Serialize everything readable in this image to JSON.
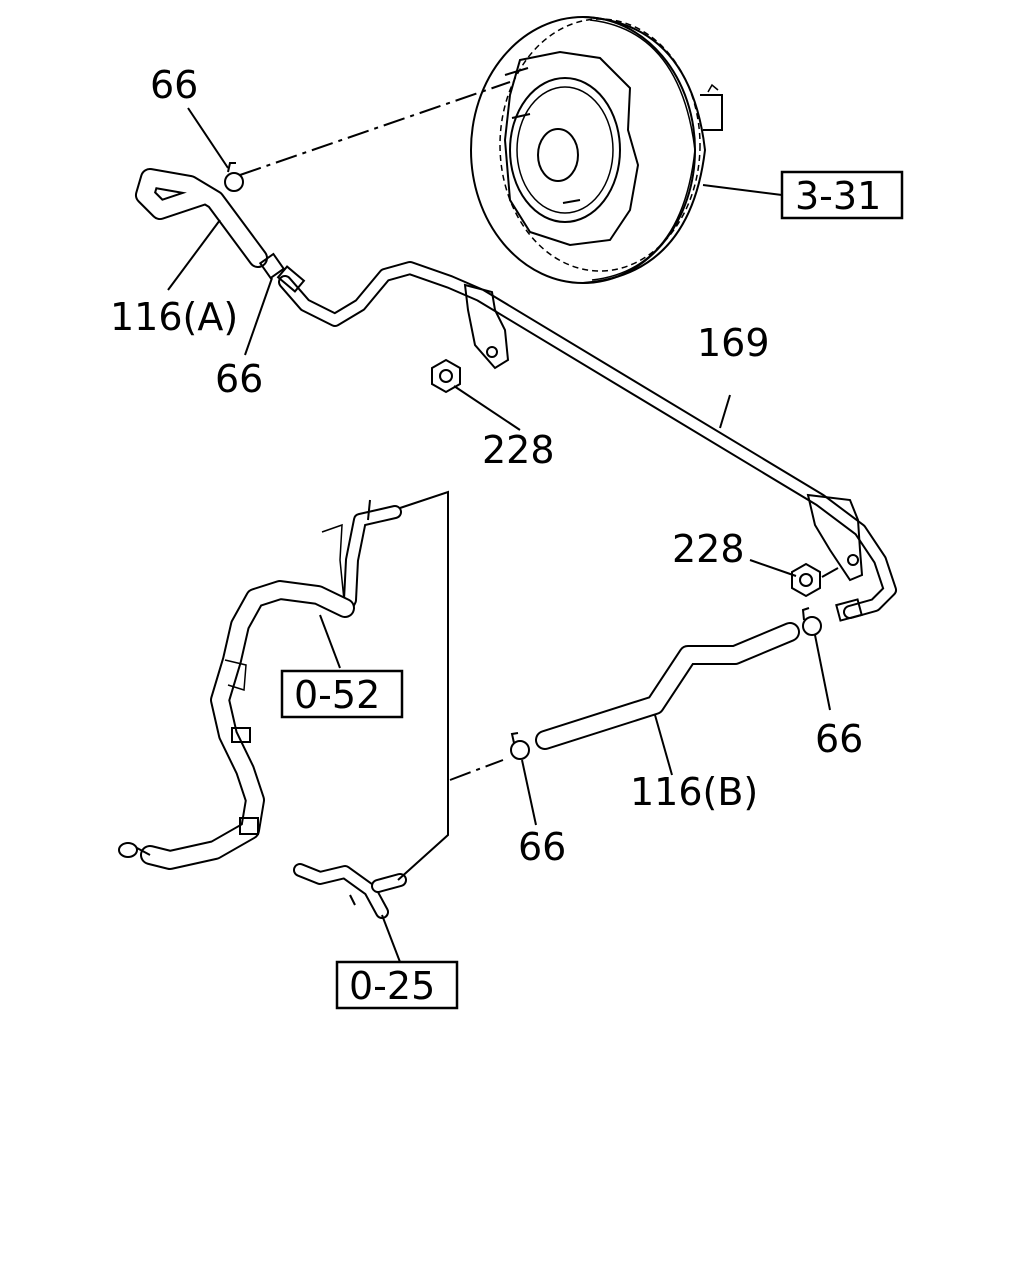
{
  "labels": {
    "clip_top": "66",
    "hose_a": "116(A)",
    "clip_a": "66",
    "nut_upper": "228",
    "pipe": "169",
    "nut_lower": "228",
    "clip_right": "66",
    "hose_b": "116(B)",
    "clip_b": "66"
  },
  "refs": {
    "booster": "3-31",
    "upper_ref": "0-52",
    "lower_ref": "0-25"
  }
}
